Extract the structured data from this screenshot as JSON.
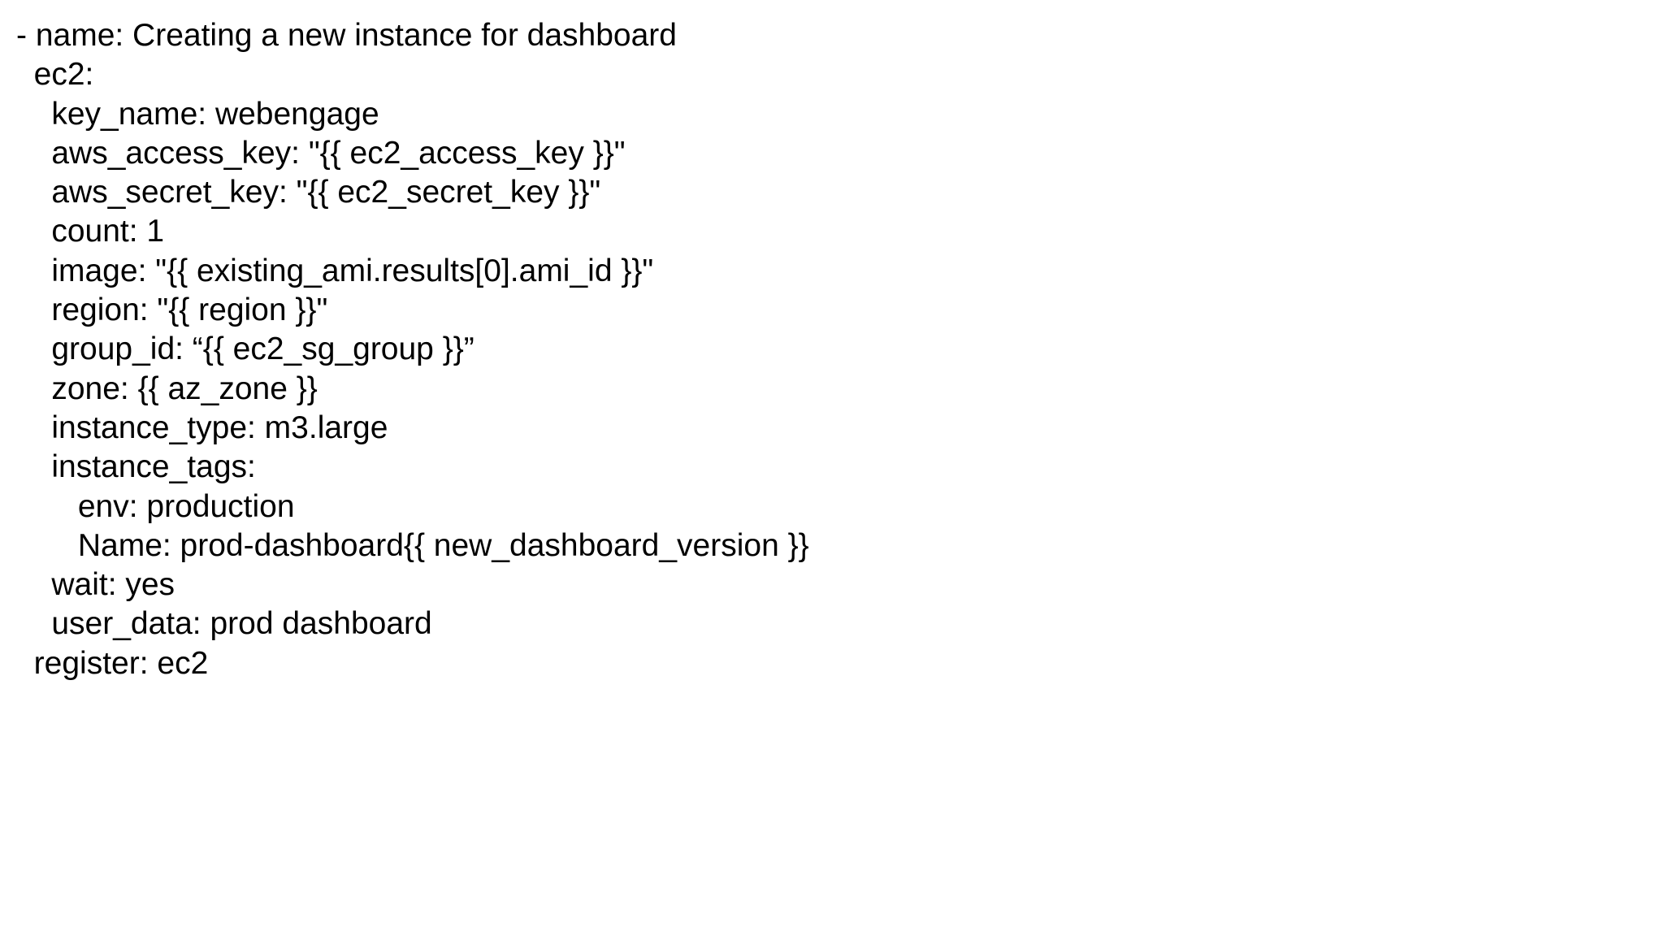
{
  "document": {
    "lines": [
      "- name: Creating a new instance for dashboard",
      "  ec2:",
      "    key_name: webengage",
      "    aws_access_key: \"{{ ec2_access_key }}\"",
      "    aws_secret_key: \"{{ ec2_secret_key }}\"",
      "    count: 1",
      "    image: \"{{ existing_ami.results[0].ami_id }}\"",
      "    region: \"{{ region }}\"",
      "    group_id: “{{ ec2_sg_group }}”",
      "    zone: {{ az_zone }}",
      "    instance_type: m3.large",
      "    instance_tags:",
      "       env: production",
      "       Name: prod-dashboard{{ new_dashboard_version }}",
      "    wait: yes",
      "    user_data: prod dashboard",
      "  register: ec2"
    ]
  }
}
